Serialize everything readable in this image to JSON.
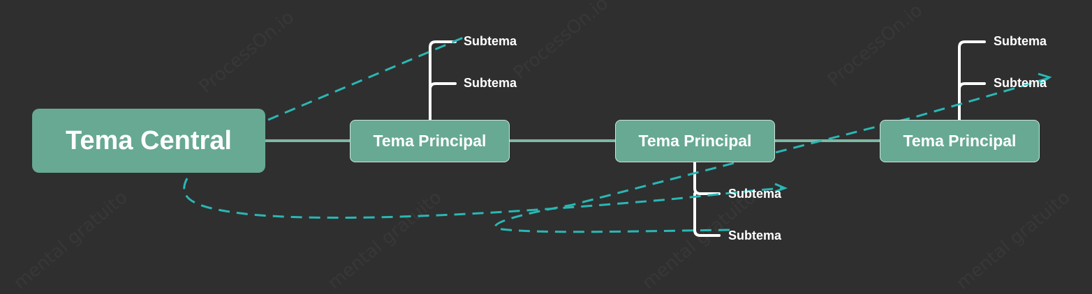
{
  "mindmap": {
    "central_topic": "Tema Central",
    "main_topics": [
      {
        "label": "Tema Principal",
        "subtopics": [
          "Subtema",
          "Subtema"
        ]
      },
      {
        "label": "Tema Principal",
        "subtopics": [
          "Subtema",
          "Subtema"
        ]
      },
      {
        "label": "Tema Principal",
        "subtopics": [
          "Subtema",
          "Subtema"
        ]
      }
    ]
  },
  "watermarks": [
    "ProcessOn.io",
    "mental gratuito"
  ],
  "colors": {
    "background": "#2f2f2f",
    "node_fill": "#67a993",
    "connector": "#7fb7a3",
    "bracket": "#ffffff",
    "annotation_dashed": "#2ab7b4"
  }
}
